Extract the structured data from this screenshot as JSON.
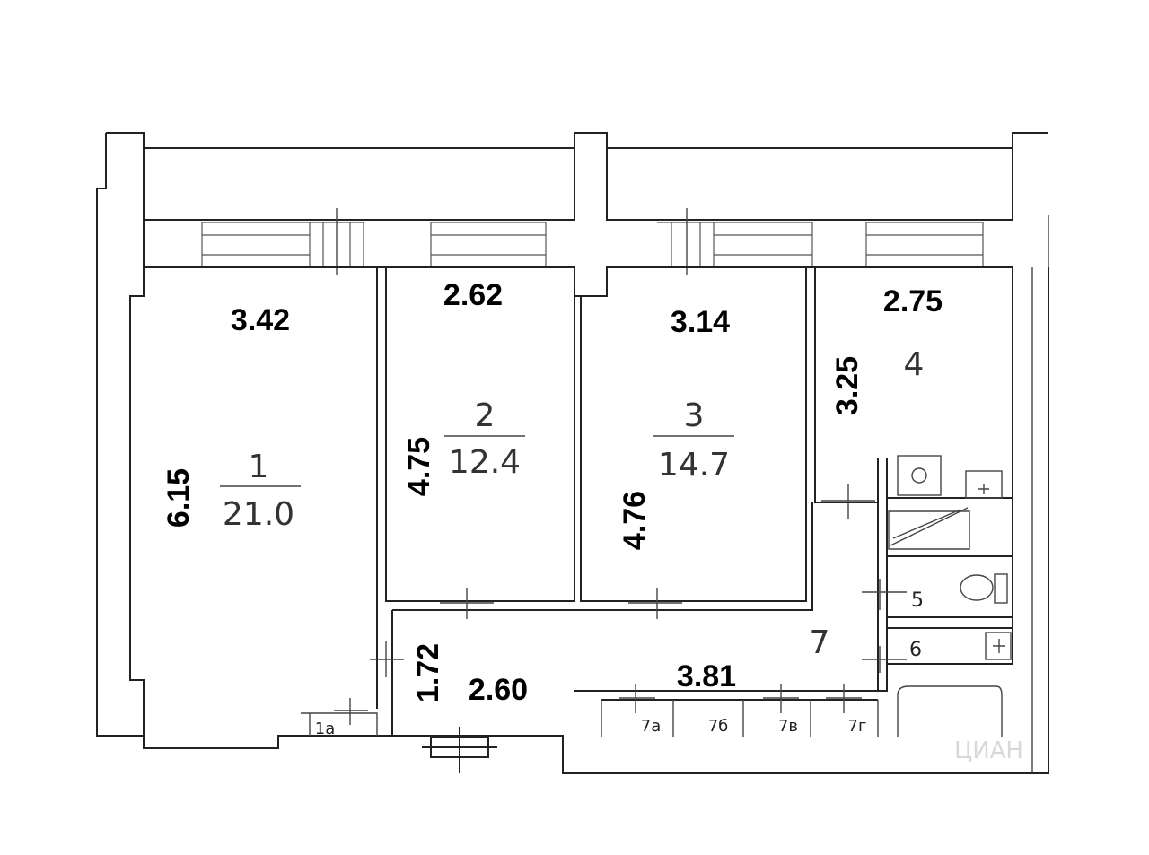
{
  "rooms": {
    "r1": {
      "number": "1",
      "area": "21.0",
      "width": "3.42",
      "length": "6.15"
    },
    "r2": {
      "number": "2",
      "area": "12.4",
      "width": "2.62",
      "length": "4.75"
    },
    "r3": {
      "number": "3",
      "area": "14.7",
      "width": "3.14",
      "length": "4.76"
    },
    "r4": {
      "number": "4",
      "width": "2.75",
      "length": "3.25"
    },
    "r5": {
      "number": "5"
    },
    "r6": {
      "number": "6"
    },
    "r7": {
      "number": "7",
      "width": "3.81",
      "length": "1.72",
      "hall_width": "2.60"
    }
  },
  "closets": [
    "1а",
    "7а",
    "7б",
    "7в",
    "7г"
  ],
  "watermark": "ЦИАН"
}
